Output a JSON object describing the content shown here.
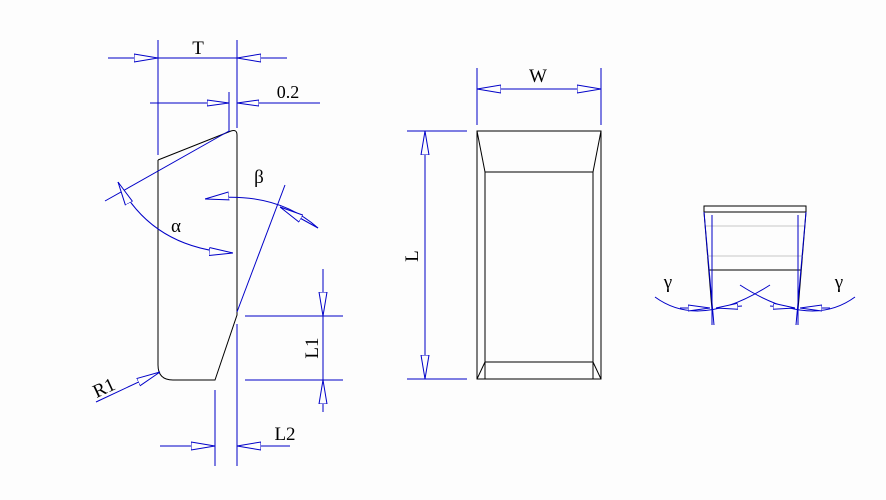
{
  "labels": {
    "T": "T",
    "offset": "0.2",
    "alpha": "α",
    "beta": "β",
    "R1": "R1",
    "L1": "L1",
    "L2": "L2",
    "W": "W",
    "L": "L",
    "gamma_left": "γ",
    "gamma_right": "γ"
  },
  "colors": {
    "outline": "#000000",
    "dimension": "#0000c8",
    "faint": "#b0b0b0"
  }
}
